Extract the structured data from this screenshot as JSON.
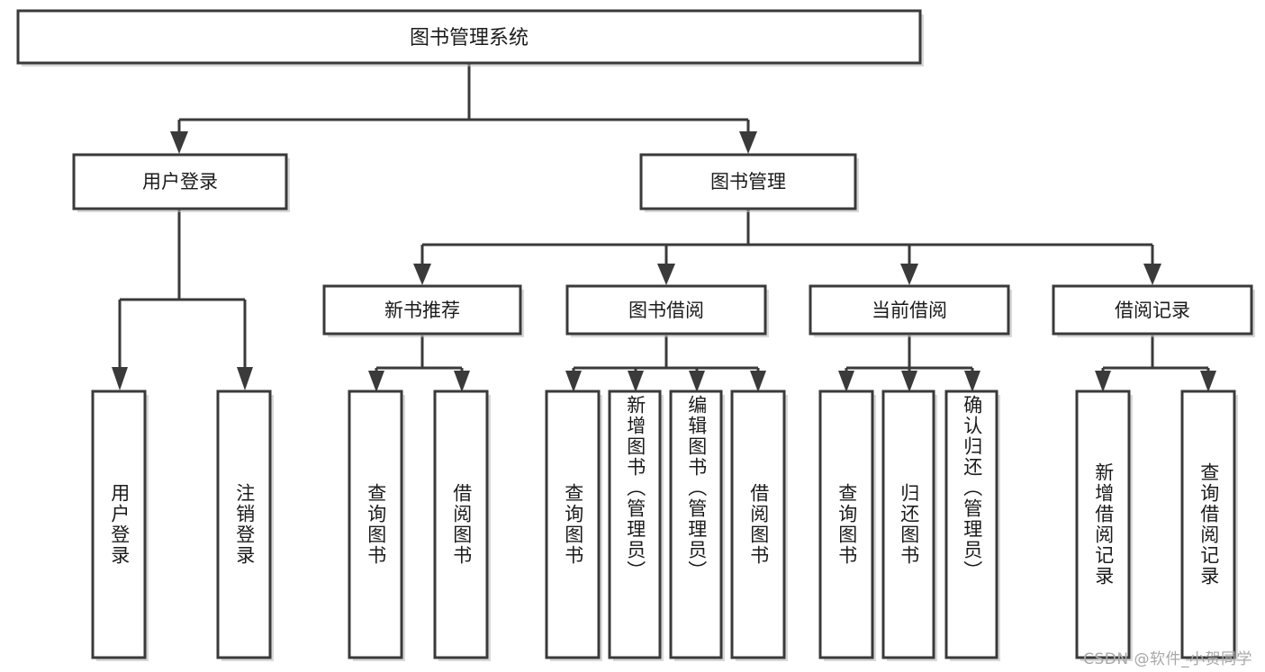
{
  "diagram": {
    "type": "tree-hierarchy-chart",
    "title": "图书管理系统",
    "background_color": "#ffffff",
    "box_stroke_color": "#3a3a3a",
    "text_color": "#1b1b1b",
    "levels": 4,
    "root": {
      "id": "root",
      "label": "图书管理系统",
      "orientation": "horizontal"
    },
    "level2": [
      {
        "id": "user-login",
        "label": "用户登录",
        "orientation": "horizontal"
      },
      {
        "id": "book-manage",
        "label": "图书管理",
        "orientation": "horizontal"
      }
    ],
    "level3": [
      {
        "id": "new-book-recommend",
        "label": "新书推荐",
        "orientation": "horizontal",
        "parent": "book-manage"
      },
      {
        "id": "book-borrow",
        "label": "图书借阅",
        "orientation": "horizontal",
        "parent": "book-manage"
      },
      {
        "id": "current-borrow",
        "label": "当前借阅",
        "orientation": "horizontal",
        "parent": "book-manage"
      },
      {
        "id": "borrow-record",
        "label": "借阅记录",
        "orientation": "horizontal",
        "parent": "book-manage"
      }
    ],
    "leaves": [
      {
        "id": "leaf-user-login",
        "label": "用户登录",
        "orientation": "vertical",
        "parent": "user-login"
      },
      {
        "id": "leaf-user-logout",
        "label": "注销登录",
        "orientation": "vertical",
        "parent": "user-login"
      },
      {
        "id": "leaf-query-book-1",
        "label": "查询图书",
        "orientation": "vertical",
        "parent": "new-book-recommend"
      },
      {
        "id": "leaf-borrow-book-1",
        "label": "借阅图书",
        "orientation": "vertical",
        "parent": "new-book-recommend"
      },
      {
        "id": "leaf-query-book-2",
        "label": "查询图书",
        "orientation": "vertical",
        "parent": "book-borrow"
      },
      {
        "id": "leaf-add-book",
        "label": "新增图书（管理员）",
        "orientation": "vertical",
        "parent": "book-borrow"
      },
      {
        "id": "leaf-edit-book",
        "label": "编辑图书（管理员）",
        "orientation": "vertical",
        "parent": "book-borrow"
      },
      {
        "id": "leaf-borrow-book-2",
        "label": "借阅图书",
        "orientation": "vertical",
        "parent": "book-borrow"
      },
      {
        "id": "leaf-query-book-3",
        "label": "查询图书",
        "orientation": "vertical",
        "parent": "current-borrow"
      },
      {
        "id": "leaf-return-book",
        "label": "归还图书",
        "orientation": "vertical",
        "parent": "current-borrow"
      },
      {
        "id": "leaf-confirm-return",
        "label": "确认归还（管理员）",
        "orientation": "vertical",
        "parent": "current-borrow"
      },
      {
        "id": "leaf-add-record",
        "label": "新增借阅记录",
        "orientation": "vertical",
        "parent": "borrow-record"
      },
      {
        "id": "leaf-query-record",
        "label": "查询借阅记录",
        "orientation": "vertical",
        "parent": "borrow-record"
      }
    ]
  },
  "watermark": {
    "text": "CSDN @软件_小贺同学"
  }
}
